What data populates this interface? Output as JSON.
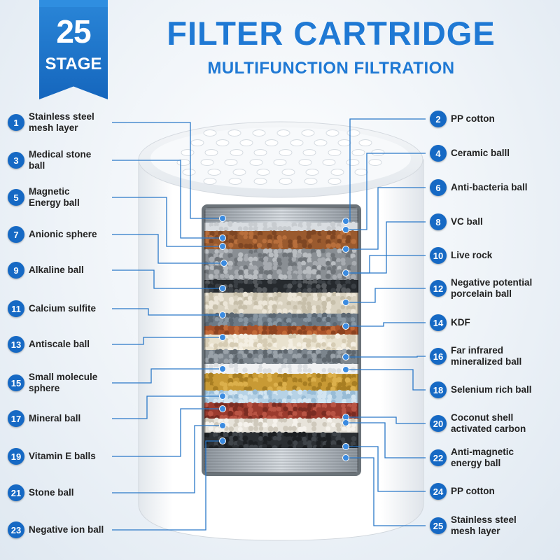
{
  "badge": {
    "number": "25",
    "label": "STAGE"
  },
  "header": {
    "title": "FILTER CARTRIDGE",
    "subtitle": "MULTIFUNCTION FILTRATION"
  },
  "colors": {
    "accent": "#1f79d4",
    "badge": "#1566bd",
    "circle": "#1669c4",
    "leader_line": "#2a78c8"
  },
  "left_labels": [
    {
      "num": "1",
      "lines": [
        "Stainless steel",
        "mesh layer"
      ]
    },
    {
      "num": "3",
      "lines": [
        "Medical stone",
        "ball"
      ]
    },
    {
      "num": "5",
      "lines": [
        "Magnetic",
        "Energy ball"
      ]
    },
    {
      "num": "7",
      "lines": [
        "Anionic sphere"
      ]
    },
    {
      "num": "9",
      "lines": [
        "Alkaline ball"
      ]
    },
    {
      "num": "11",
      "lines": [
        "Calcium sulfite"
      ]
    },
    {
      "num": "13",
      "lines": [
        "Antiscale ball"
      ]
    },
    {
      "num": "15",
      "lines": [
        "Small molecule",
        "sphere"
      ]
    },
    {
      "num": "17",
      "lines": [
        "Mineral ball"
      ]
    },
    {
      "num": "19",
      "lines": [
        "Vitamin E balls"
      ]
    },
    {
      "num": "21",
      "lines": [
        "Stone ball"
      ]
    },
    {
      "num": "23",
      "lines": [
        "Negative ion ball"
      ]
    }
  ],
  "right_labels": [
    {
      "num": "2",
      "lines": [
        "PP cotton"
      ]
    },
    {
      "num": "4",
      "lines": [
        "Ceramic balll"
      ]
    },
    {
      "num": "6",
      "lines": [
        "Anti-bacteria ball"
      ]
    },
    {
      "num": "8",
      "lines": [
        "VC ball"
      ]
    },
    {
      "num": "10",
      "lines": [
        "Live rock"
      ]
    },
    {
      "num": "12",
      "lines": [
        "Negative potential",
        "porcelain ball"
      ]
    },
    {
      "num": "14",
      "lines": [
        "KDF"
      ]
    },
    {
      "num": "16",
      "lines": [
        "Far infrared",
        "mineralized ball"
      ]
    },
    {
      "num": "18",
      "lines": [
        "Selenium rich ball"
      ]
    },
    {
      "num": "20",
      "lines": [
        "Coconut shell",
        "activated carbon"
      ]
    },
    {
      "num": "22",
      "lines": [
        "Anti-magnetic",
        "energy ball"
      ]
    },
    {
      "num": "24",
      "lines": [
        "PP cotton"
      ]
    },
    {
      "num": "25",
      "lines": [
        "Stainless steel",
        "mesh layer"
      ]
    }
  ]
}
